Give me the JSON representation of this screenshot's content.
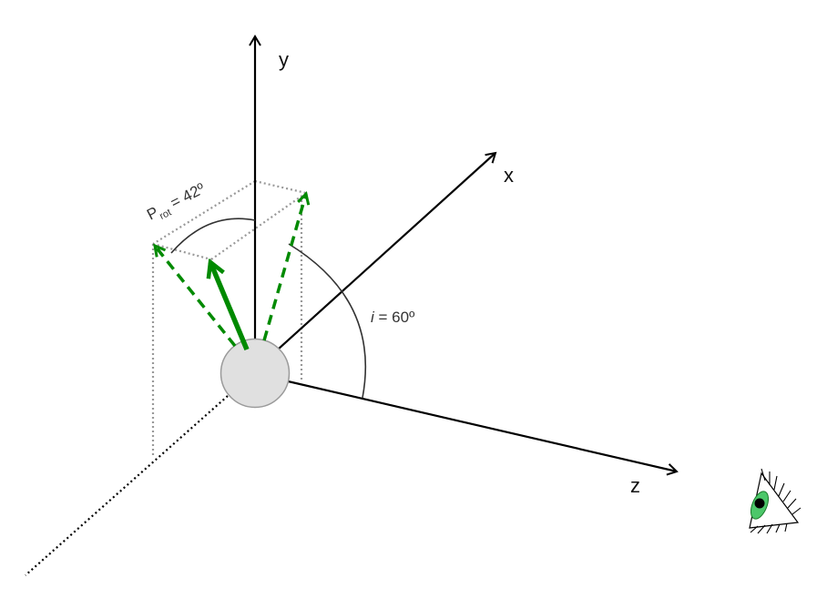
{
  "axes": {
    "y": "y",
    "x": "x",
    "z": "z"
  },
  "annotations": {
    "period_symbol": "P",
    "period_subscript": "rot",
    "period_value": " = 42º",
    "inclination_symbol": "i",
    "inclination_value": " = 60º"
  },
  "colors": {
    "axis": "#000000",
    "vector": "#008a00",
    "guide": "#999999",
    "sphere_fill": "#e0e0e0",
    "sphere_stroke": "#9a9a9a",
    "eye_iris": "#4cc76a"
  },
  "icons": {
    "observer": "eye-icon"
  }
}
